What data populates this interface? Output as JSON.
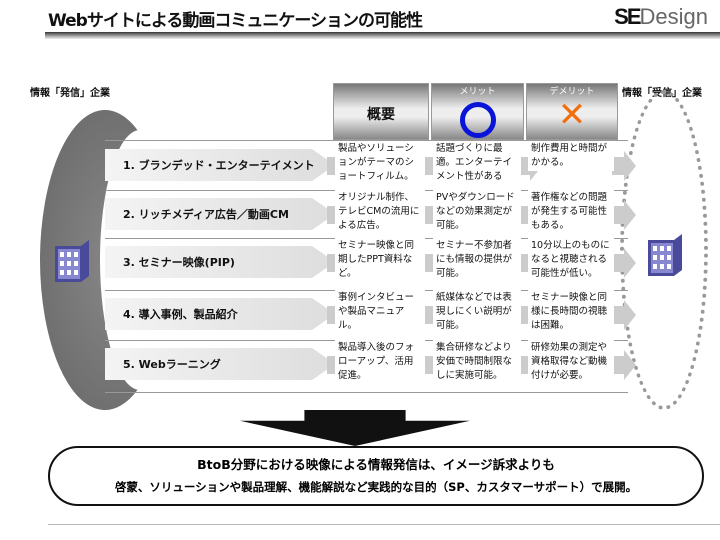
{
  "header": {
    "title": "Webサイトによる動画コミュニケーションの可能性",
    "logo_bold": "SE",
    "logo_light": "Design"
  },
  "left_label": "情報「発信」企業",
  "right_label": "情報「受信」企業",
  "columns": {
    "overview": "概要",
    "merit": "メリット",
    "demerit": "デメリット"
  },
  "rows": [
    {
      "label": "1. ブランデッド・エンターテイメント",
      "overview": "製品やソリューションがテーマのショートフィルム。",
      "merit": "話題づくりに最適。エンターテイメント性がある",
      "demerit": "制作費用と時間がかかる。"
    },
    {
      "label": "2. リッチメディア広告／動画CM",
      "overview": "オリジナル制作、テレビCMの流用による広告。",
      "merit": "PVやダウンロードなどの効果測定が可能。",
      "demerit": "著作権などの問題が発生する可能性もある。"
    },
    {
      "label": "3. セミナー映像(PIP)",
      "overview": "セミナー映像と同期したPPT資料など。",
      "merit": "セミナー不参加者にも情報の提供が可能。",
      "demerit": "10分以上のものになると視聴される可能性が低い。"
    },
    {
      "label": "4. 導入事例、製品紹介",
      "overview": "事例インタビューや製品マニュアル。",
      "merit": "紙媒体などでは表現しにくい説明が可能。",
      "demerit": "セミナー映像と同様に長時間の視聴は困難。"
    },
    {
      "label": "5. Webラーニング",
      "overview": "製品導入後のフォローアップ、活用促進。",
      "merit": "集合研修などより安価で時間制限なしに実施可能。",
      "demerit": "研修効果の測定や資格取得など動機付けが必要。"
    }
  ],
  "conclusion": {
    "line1": "BtoB分野における映像による情報発信は、イメージ訴求よりも",
    "line2": "啓蒙、ソリューションや製品理解、機能解説など実践的な目的（SP、カスタマーサポート）で展開。"
  },
  "colors": {
    "merit": "#0a14d8",
    "demerit": "#f07010"
  }
}
